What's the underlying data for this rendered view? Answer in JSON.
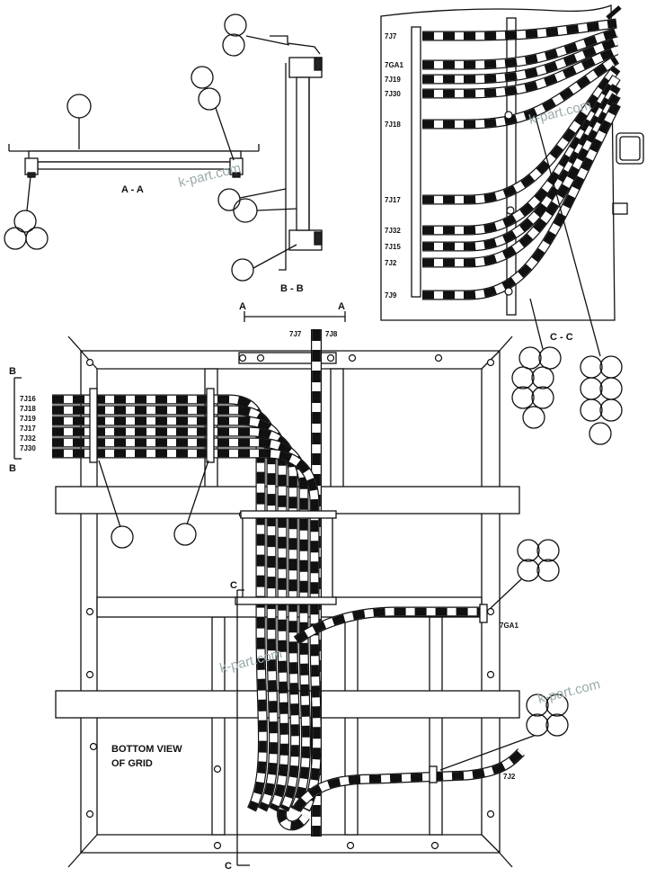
{
  "section_labels": {
    "aa": "A - A",
    "bb": "B - B",
    "cc": "C - C",
    "cut_a_left": "A",
    "cut_a_right": "A",
    "cut_b_top": "B",
    "cut_b_bottom": "B",
    "cut_c_top": "C",
    "cut_c_bottom": "C"
  },
  "view_cc_connectors": [
    "7J7",
    "7GA1",
    "7J19",
    "7J30",
    "7J18",
    "7J17",
    "7J32",
    "7J15",
    "7J2",
    "7J9"
  ],
  "main_top_connectors": [
    "7J7",
    "7J8"
  ],
  "main_left_connectors": [
    "7J16",
    "7J18",
    "7J19",
    "7J17",
    "7J32",
    "7J30"
  ],
  "side_connectors": {
    "ga1": "7GA1",
    "j2": "7J2"
  },
  "note": {
    "line1": "BOTTOM VIEW",
    "line2": "OF GRID"
  },
  "watermark": "k-part.com"
}
